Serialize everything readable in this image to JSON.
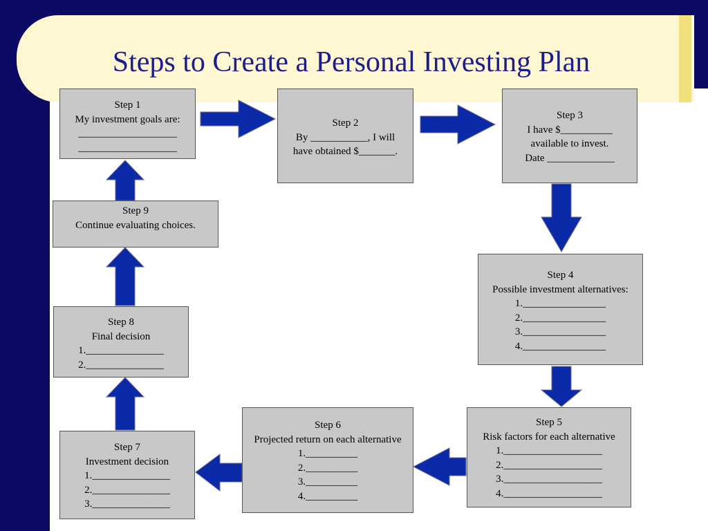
{
  "title": "Steps to Create a Personal Investing Plan",
  "colors": {
    "background": "#0b0b63",
    "title_panel": "#fff7d2",
    "title_text": "#1c1c8a",
    "box_fill": "#c8c8c8",
    "arrow_fill": "#0a2aa8"
  },
  "steps": [
    {
      "lines": [
        "Step 1",
        "My investment goals are:",
        "___________________",
        "___________________"
      ]
    },
    {
      "lines": [
        "Step 2",
        "By ___________, I will",
        "have obtained $_______."
      ]
    },
    {
      "lines": [
        "Step 3",
        "I have $__________",
        "available to invest.",
        "Date _____________"
      ]
    },
    {
      "lines": [
        "Step 4",
        "Possible investment alternatives:",
        "1.________________",
        "2.________________",
        "3.________________",
        "4.________________"
      ]
    },
    {
      "lines": [
        "Step 5",
        "Risk factors for each alternative",
        "1.___________________",
        "2.___________________",
        "3.___________________",
        "4.___________________"
      ]
    },
    {
      "lines": [
        "Step 6",
        "Projected return on each alternative",
        "1.__________",
        "2.__________",
        "3.__________",
        "4.__________"
      ]
    },
    {
      "lines": [
        "Step 7",
        "Investment decision",
        "1._______________",
        "2._______________",
        "3._______________"
      ]
    },
    {
      "lines": [
        "Step 8",
        "Final decision",
        "1._______________",
        "2._______________"
      ]
    },
    {
      "lines": [
        "Step 9",
        "Continue evaluating choices."
      ]
    }
  ]
}
